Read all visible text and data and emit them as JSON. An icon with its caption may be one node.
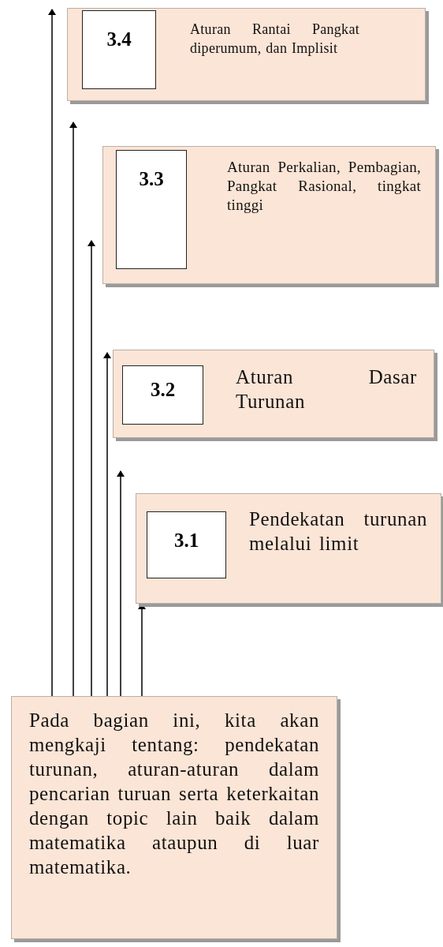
{
  "diagram": {
    "nodes": [
      {
        "text": [
          "Aturan Rantai Pangkat diperumum, dan Implisit"
        ]
      },
      {
        "text": [
          "3.4"
        ],
        "in": 0
      },
      {
        "text": [
          "Aturan Perkalian, Pembagian, Pangkat Rasional, tingkat tinggi"
        ]
      },
      {
        "text": [
          "3.3"
        ],
        "in": 2
      },
      {
        "text": [
          "Aturan Dasar Turunan"
        ]
      },
      {
        "text": [
          "3.2"
        ],
        "in": 4
      },
      {
        "text": [
          "Pendekatan turunan melalui limit"
        ]
      },
      {
        "text": [
          "3.1"
        ],
        "in": 6
      },
      {
        "text": [
          "Pada bagian ini, kita akan mengkaji tentang: pendekatan turunan, aturan-aturan dalam pencarian turuan serta keterkaitan dengan topic lain baik dalam matematika ataupun di luar matematika."
        ]
      }
    ],
    "edges": [
      {
        "from": 8,
        "to": 0,
        "arrow": "to"
      },
      {
        "from": 8,
        "to": 0,
        "arrow": "to"
      },
      {
        "from": 8,
        "to": 2,
        "arrow": "to"
      },
      {
        "from": 8,
        "to": 4,
        "arrow": "to"
      },
      {
        "from": 8,
        "to": 4,
        "arrow": "to"
      },
      {
        "from": 8,
        "to": 6,
        "arrow": "to"
      }
    ]
  }
}
